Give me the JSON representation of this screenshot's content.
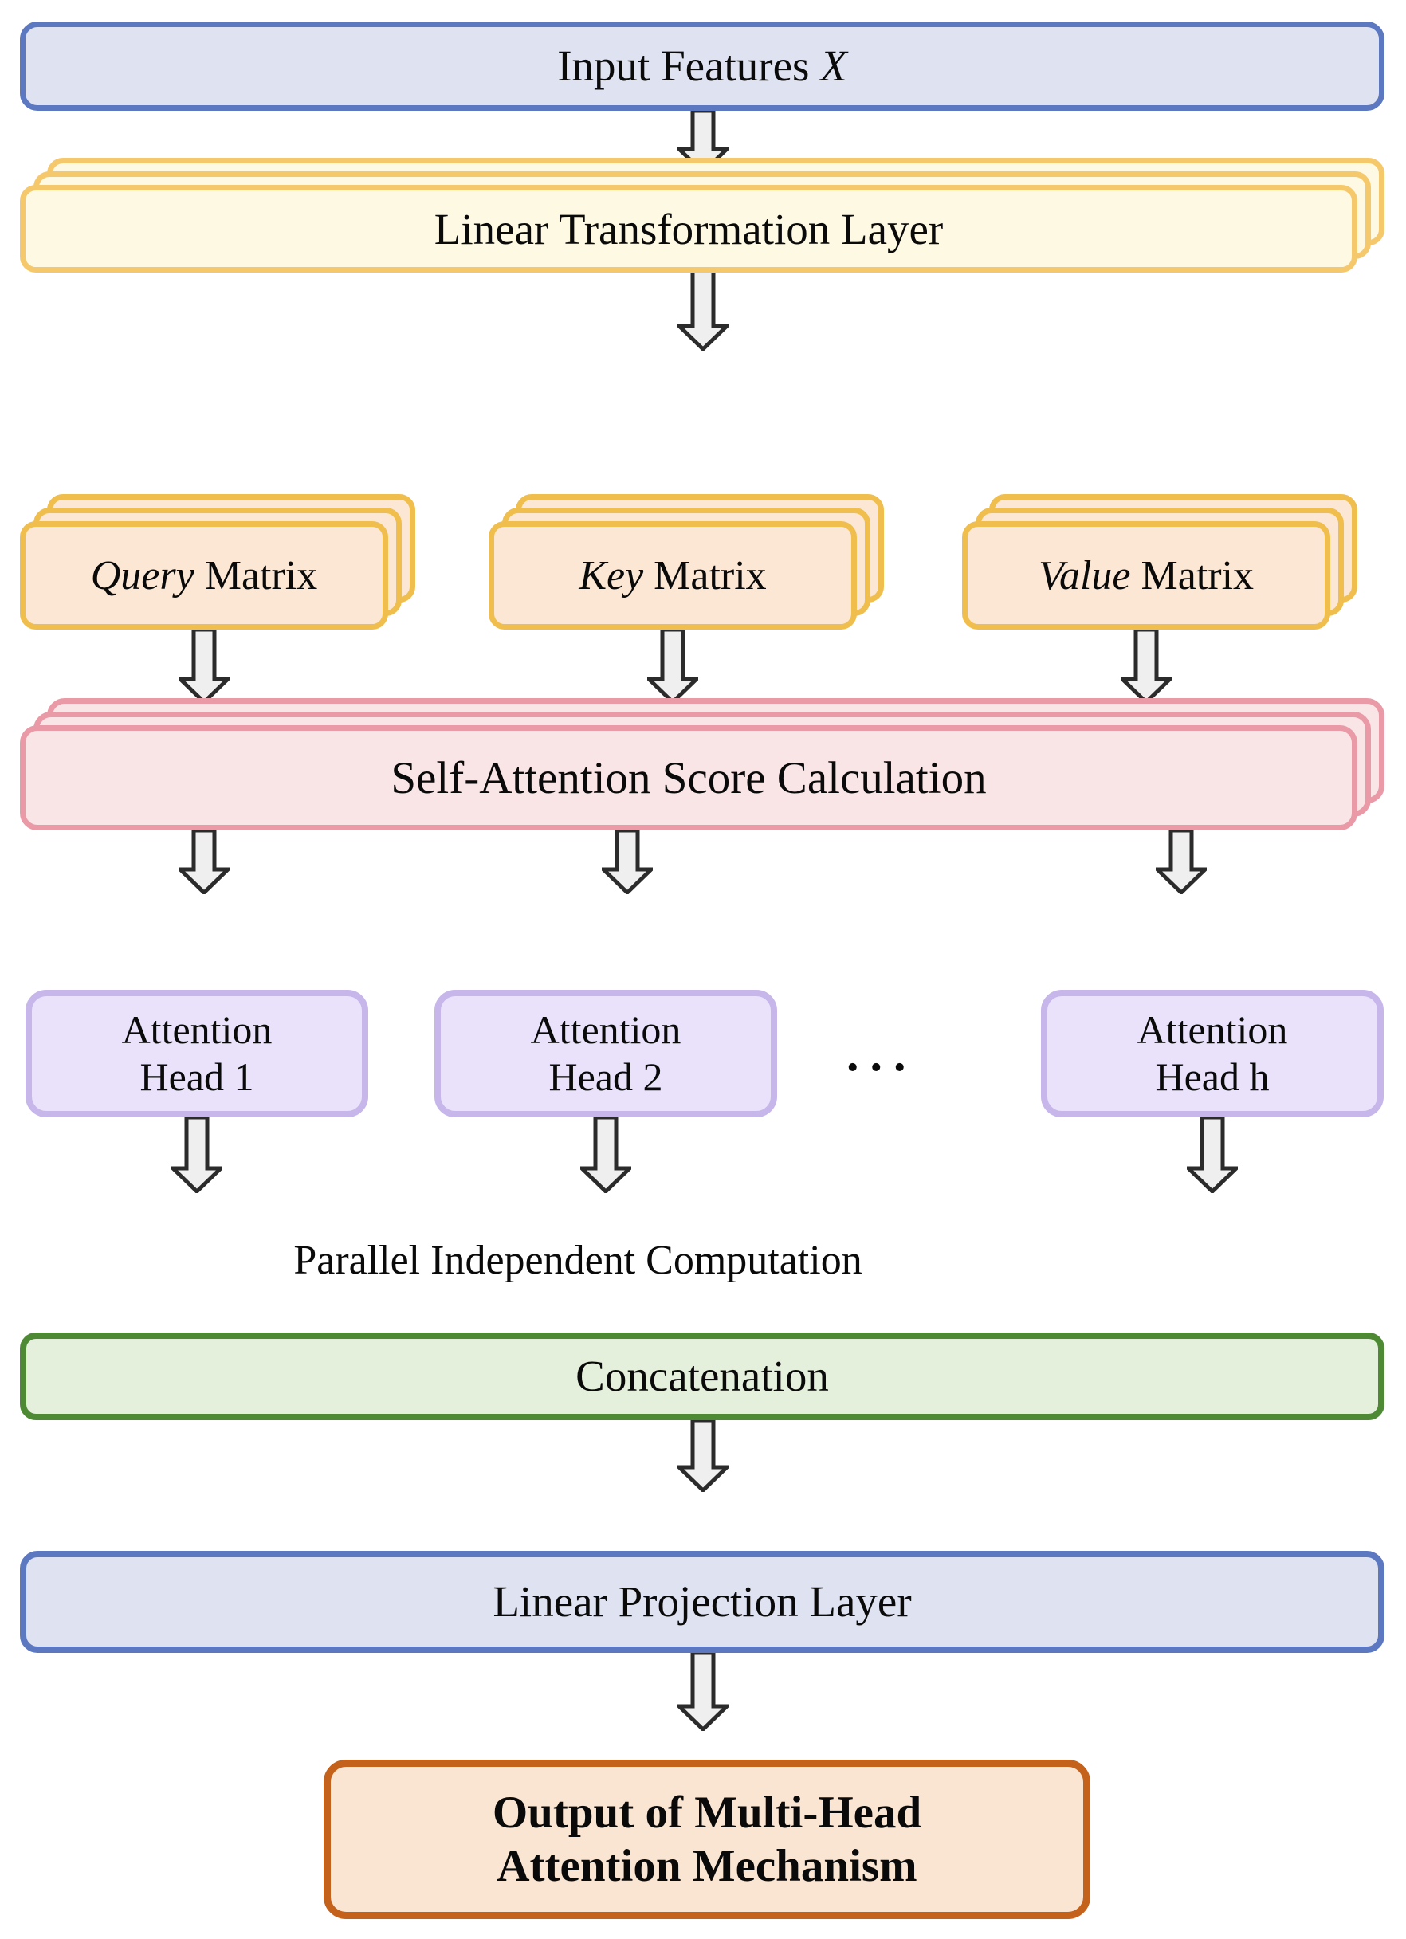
{
  "diagram": {
    "title": "Multi-Head Attention Mechanism Flow Diagram",
    "colors": {
      "blue_fill": "#DEE2F1",
      "blue_border": "#5B78C0",
      "yellow_fill": "#FDF9E3",
      "yellow_border": "#F6C86C",
      "peach_fill": "#FBE7D4",
      "peach_border": "#EFBE4C",
      "pink_fill": "#FAE5E6",
      "pink_border": "#E99AA6",
      "purple_fill": "#E9E2FA",
      "purple_border": "#C6B6EA",
      "green_fill": "#E4EFDC",
      "green_border": "#4E8A34",
      "orange_fill": "#FAE5D3",
      "orange_border": "#C4621B",
      "arrow_fill": "#EFEFEF",
      "arrow_outline": "#2B2B2B",
      "background": "#FFFFFF"
    },
    "nodes": {
      "input_features": {
        "label_plain": "Input Features ",
        "label_italic": "X"
      },
      "linear_transformation": {
        "label": "Linear Transformation Layer",
        "stack_count": 3
      },
      "query_matrix": {
        "label_italic": "Query",
        "label_plain": " Matrix",
        "stack_count": 3
      },
      "key_matrix": {
        "label_italic": "Key",
        "label_plain": " Matrix",
        "stack_count": 3
      },
      "value_matrix": {
        "label_italic": "Value",
        "label_plain": " Matrix",
        "stack_count": 3
      },
      "self_attention": {
        "label": "Self-Attention Score Calculation",
        "stack_count": 3
      },
      "attention_head_1": {
        "line1": "Attention",
        "line2": "Head 1"
      },
      "attention_head_2": {
        "line1": "Attention",
        "line2": "Head 2"
      },
      "attention_head_h": {
        "line1": "Attention",
        "line2": "Head h"
      },
      "heads_ellipsis": {
        "label": "..."
      },
      "parallel_note": {
        "label": "Parallel Independent Computation"
      },
      "concatenation": {
        "label": "Concatenation"
      },
      "linear_projection": {
        "label": "Linear Projection Layer"
      },
      "output": {
        "line1": "Output of Multi-Head",
        "line2": "Attention Mechanism"
      }
    },
    "flow_order": [
      "Input Features X",
      "Linear Transformation Layer",
      "Query Matrix / Key Matrix / Value Matrix",
      "Self-Attention Score Calculation",
      "Attention Head 1 / Attention Head 2 / ... / Attention Head h",
      "Parallel Independent Computation",
      "Concatenation",
      "Linear Projection Layer",
      "Output of Multi-Head Attention Mechanism"
    ]
  }
}
